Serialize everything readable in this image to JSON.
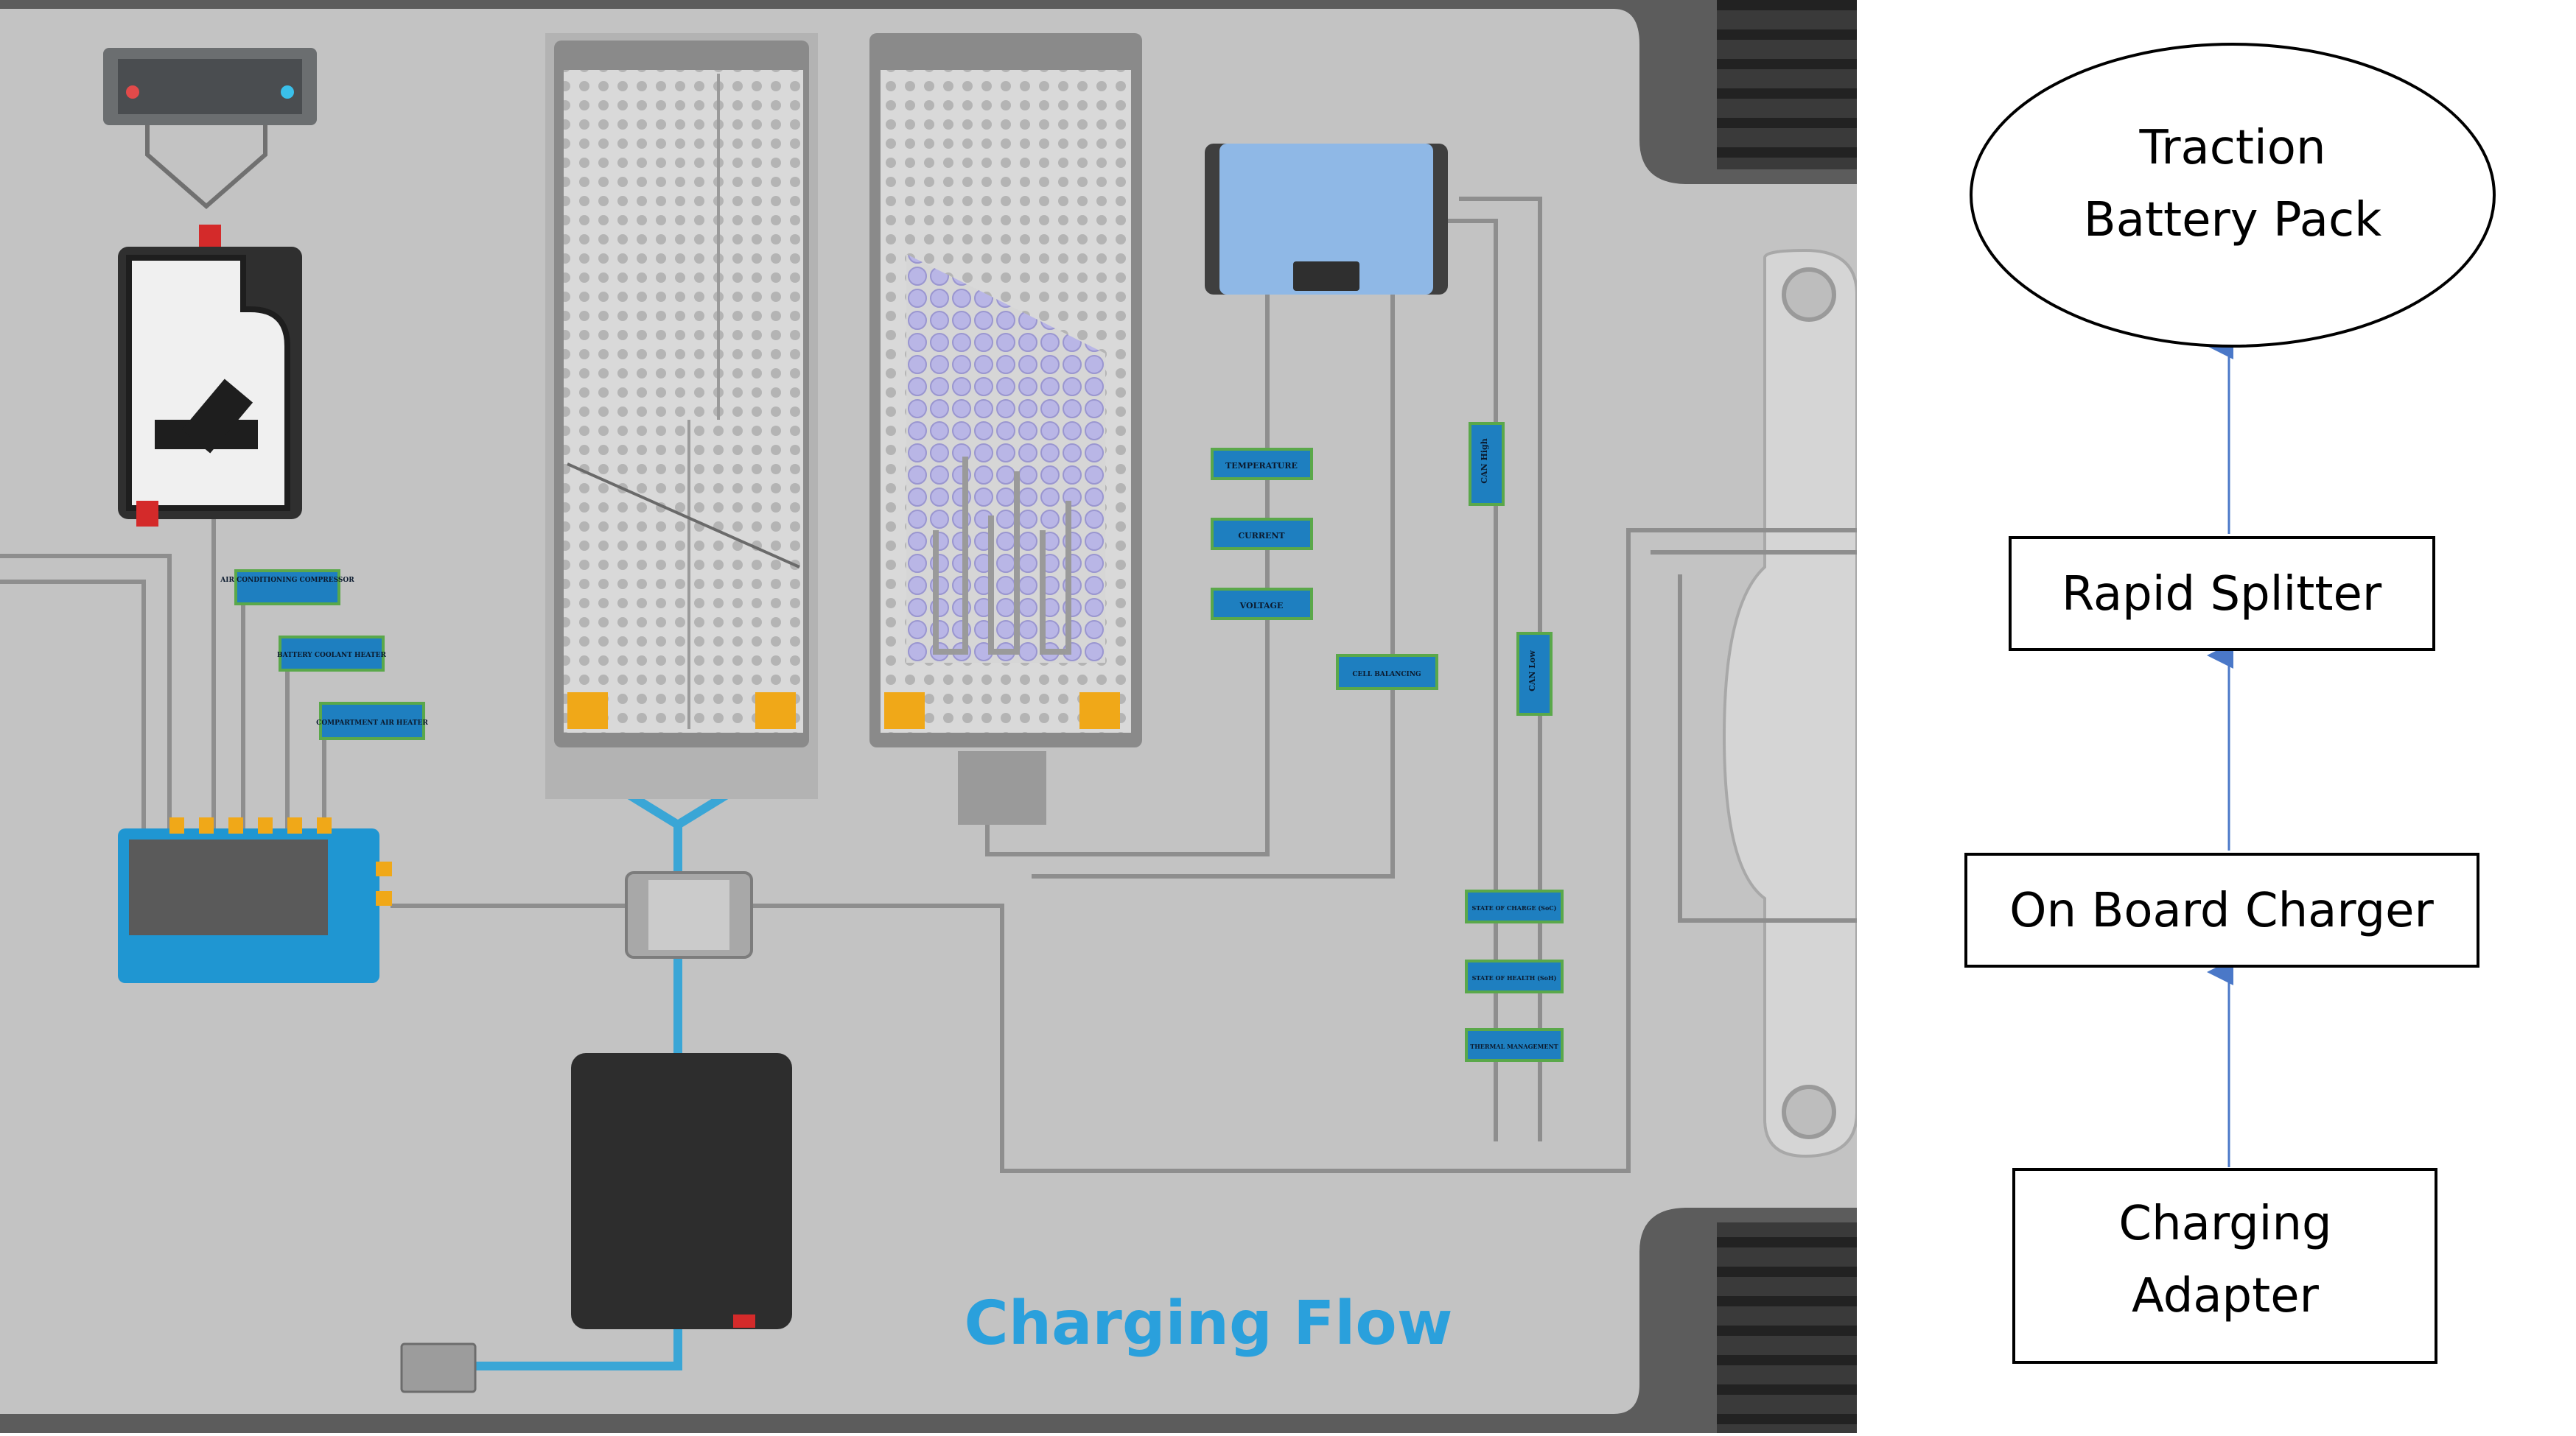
{
  "render": {
    "caption": "Charging Flow",
    "caption_color": "#2aa0dc",
    "board_color": "#c3c3c3",
    "trace_color": "#8e8e8e",
    "coolant_color": "#3aa6d6",
    "label_tag_color": "#1e7fc0",
    "label_tag_border": "#5aa84a"
  },
  "module_labels": {
    "air_conditioning_compressor": "AIR CONDITIONING COMPRESSOR",
    "battery_coolant_heater": "BATTERY COOLANT HEATER",
    "compartment_air_heater": "COMPARTMENT AIR HEATER",
    "temperature": "TEMPERATURE",
    "current": "CURRENT",
    "voltage": "VOLTAGE",
    "cell_balancing": "CELL BALANCING",
    "can_high": "CAN High",
    "can_low": "CAN Low",
    "state_of_charge": "STATE OF CHARGE (SoC)",
    "state_of_health": "STATE OF HEALTH (SoH)",
    "thermal_management": "THERMAL MANAGEMENT"
  },
  "flowchart": {
    "nodes": {
      "traction_battery_pack": [
        "Traction",
        "Battery Pack"
      ],
      "rapid_splitter": [
        "Rapid Splitter"
      ],
      "on_board_charger": [
        "On Board Charger"
      ],
      "charging_adapter": [
        "Charging",
        "Adapter"
      ]
    },
    "edges": [
      {
        "from": "charging_adapter",
        "to": "on_board_charger"
      },
      {
        "from": "on_board_charger",
        "to": "rapid_splitter"
      },
      {
        "from": "rapid_splitter",
        "to": "traction_battery_pack"
      }
    ],
    "edge_color": "#4a78c8"
  }
}
